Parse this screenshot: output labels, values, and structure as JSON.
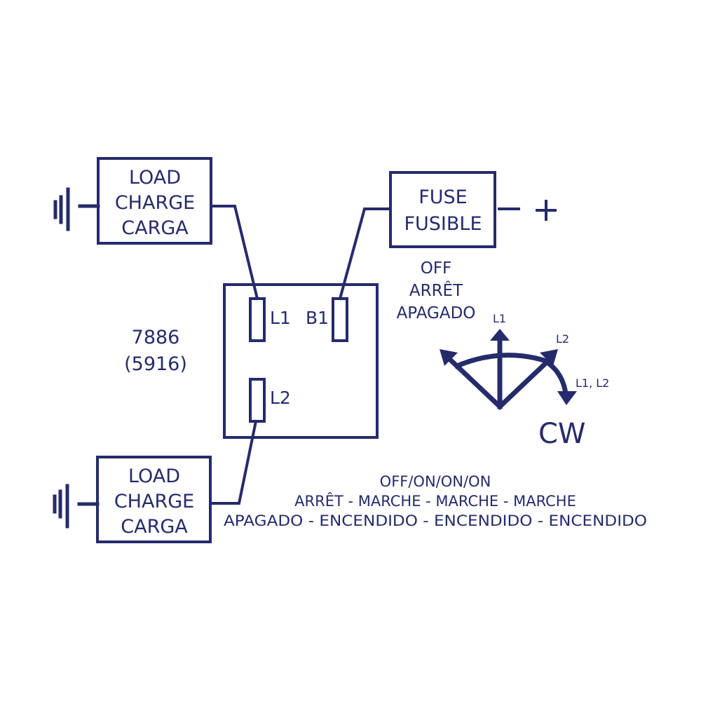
{
  "diagram": {
    "line_color": "#252b6b",
    "background": "#ffffff",
    "load_top": {
      "lines": [
        "LOAD",
        "CHARGE",
        "CARGA"
      ]
    },
    "load_bottom": {
      "lines": [
        "LOAD",
        "CHARGE",
        "CARGA"
      ]
    },
    "fuse": {
      "lines": [
        "FUSE",
        "FUSIBLE"
      ]
    },
    "polarity": {
      "minus": "–",
      "plus": "+"
    },
    "switch": {
      "terminals": {
        "l1": "L1",
        "b1": "B1",
        "l2": "L2"
      }
    },
    "part_number": {
      "primary": "7886",
      "alternate": "(5916)"
    },
    "off_label": {
      "lines": [
        "OFF",
        "ARRÊT",
        "APAGADO"
      ]
    },
    "rotation": {
      "labels": {
        "l1": "L1",
        "l2": "L2",
        "l1l2": "L1, L2"
      },
      "direction": "CW"
    },
    "sequence": {
      "lines": [
        "OFF/ON/ON/ON",
        "ARRÊT - MARCHE - MARCHE - MARCHE",
        "APAGADO - ENCENDIDO - ENCENDIDO - ENCENDIDO"
      ]
    }
  }
}
